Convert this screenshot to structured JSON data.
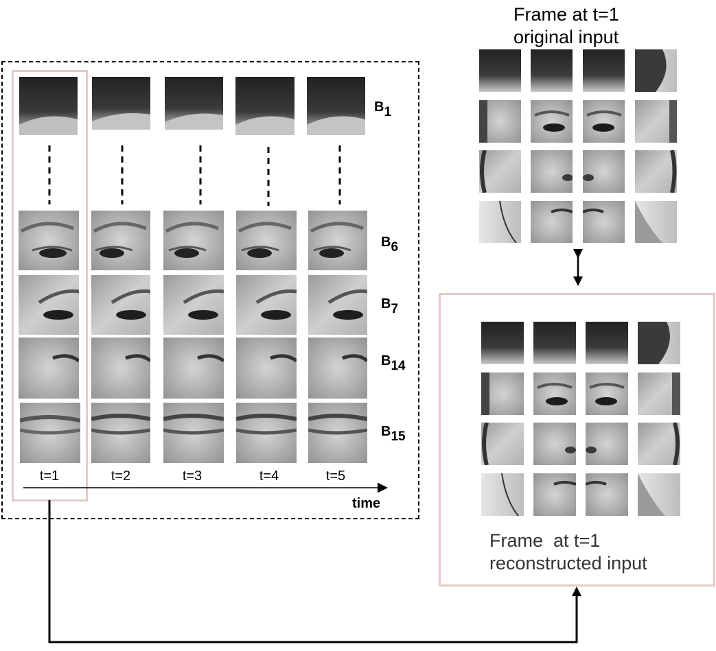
{
  "block_labels": [
    {
      "letter": "B",
      "subscript": "1"
    },
    {
      "letter": "B",
      "subscript": "6"
    },
    {
      "letter": "B",
      "subscript": "7"
    },
    {
      "letter": "B",
      "subscript": "14"
    },
    {
      "letter": "B",
      "subscript": "15"
    }
  ],
  "time_labels": [
    "t=1",
    "t=2",
    "t=3",
    "t=4",
    "t=5"
  ],
  "time_axis_label": "time",
  "original_frame": {
    "line1": "Frame at t=1",
    "line2": "original input"
  },
  "reconstructed_frame": {
    "line1": "Frame  at t=1",
    "line2": "reconstructed input"
  },
  "colors": {
    "highlight_border": "#e6c9c9",
    "dashed_border": "#000000",
    "arrow": "#000000"
  },
  "icons": [
    "face-hair-block",
    "face-eye-block",
    "face-cheek-block",
    "face-mouth-block",
    "face-patch"
  ]
}
